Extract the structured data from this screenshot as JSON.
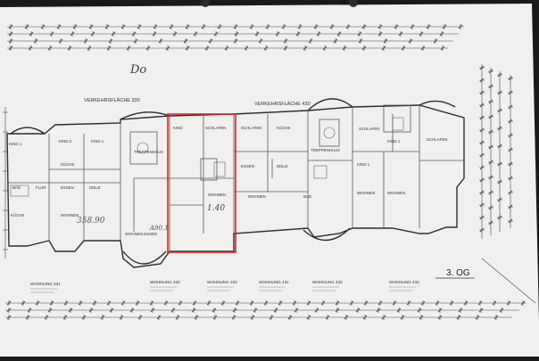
{
  "sheet": {
    "floor_label": "3. OG",
    "handwritten_mark": "Do",
    "background": "#f1f0ee",
    "line_color": "#3a3a3a",
    "highlight_color": "#d9262b"
  },
  "corridors": [
    {
      "label": "VERKEHRSFLÄCHE 330"
    },
    {
      "label": "VERKEHRSFLÄCHE 430"
    }
  ],
  "rooms": [
    {
      "label": "KIND 1"
    },
    {
      "label": "KIND 2"
    },
    {
      "label": "KIND 1"
    },
    {
      "label": "BAD"
    },
    {
      "label": "FLUR"
    },
    {
      "label": "ESSEN"
    },
    {
      "label": "KÜCHE"
    },
    {
      "label": "DIELE"
    },
    {
      "label": "KÜCHE"
    },
    {
      "label": "WOHNEN"
    },
    {
      "label": "SCHLAFEN"
    },
    {
      "label": "KIND"
    },
    {
      "label": "SCHLAFEN"
    },
    {
      "label": "KÜCHE"
    },
    {
      "label": "WOHNEN"
    },
    {
      "label": "SCHLAFEN"
    },
    {
      "label": "KIND 1"
    },
    {
      "label": "ESSEN"
    },
    {
      "label": "DIELE"
    },
    {
      "label": "WOHNEN"
    },
    {
      "label": "SCHLAFEN"
    },
    {
      "label": "WOHNEN"
    },
    {
      "label": "TREPPENHAUS"
    },
    {
      "label": "TREPPENHAUS"
    },
    {
      "label": "WOHNEN ESSEN"
    },
    {
      "label": "WOHNEN"
    },
    {
      "label": "BAD"
    },
    {
      "label": "KIND 1"
    }
  ],
  "handwritten_notes": [
    {
      "text": "358.90"
    },
    {
      "text": "A90,1"
    },
    {
      "text": "1.40"
    }
  ],
  "apartments": [
    {
      "label": "WOHNUNG 331"
    },
    {
      "label": "WOHNUNG 332"
    },
    {
      "label": "WOHNUNG 333"
    },
    {
      "label": "WOHNUNG 431"
    },
    {
      "label": "WOHNUNG 432"
    },
    {
      "label": "WOHNUNG 433"
    }
  ]
}
